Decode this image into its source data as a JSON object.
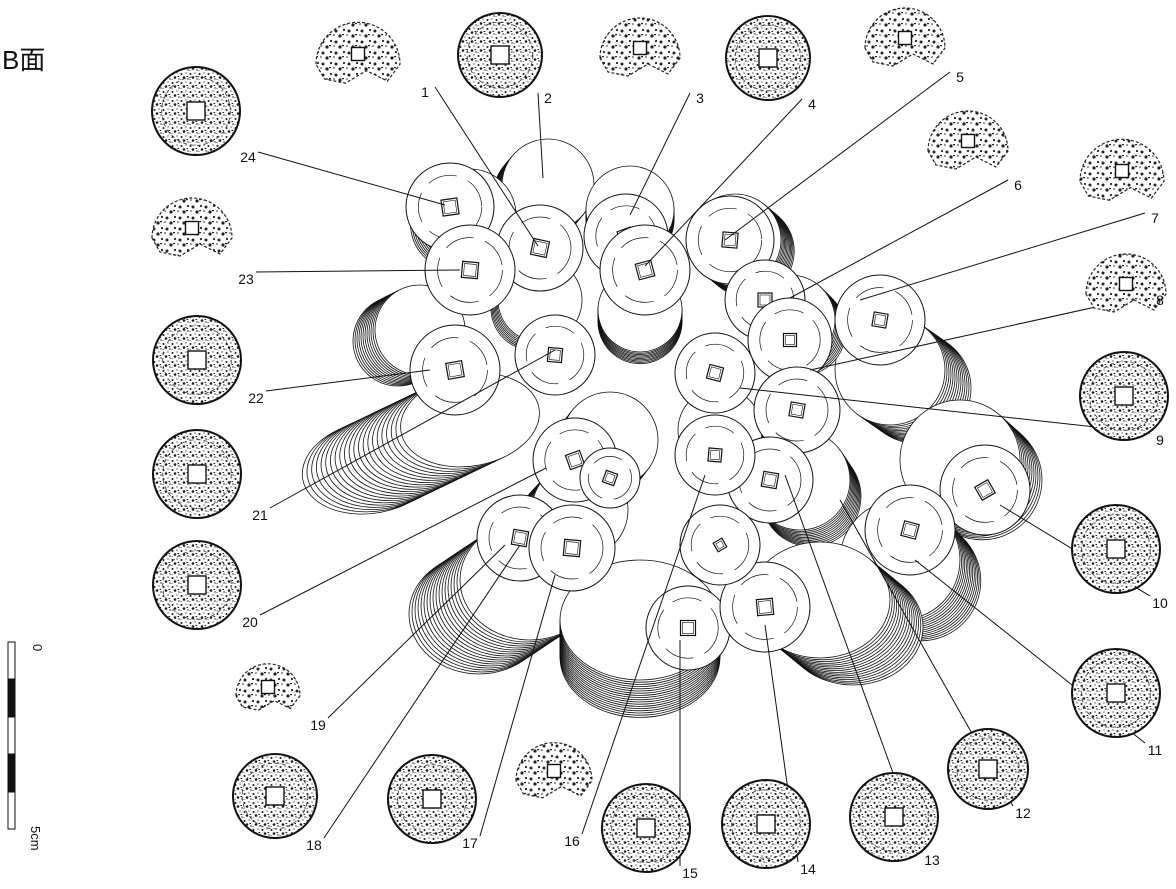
{
  "face_label": "B面",
  "coin_numbers": [
    "1",
    "2",
    "3",
    "4",
    "5",
    "6",
    "7",
    "8",
    "9",
    "10",
    "11",
    "12",
    "13",
    "14",
    "15",
    "16",
    "17",
    "18",
    "19",
    "20",
    "21",
    "22",
    "23",
    "24"
  ],
  "scale": {
    "start_label": "0",
    "end_label": "5cm"
  },
  "colors": {
    "ink": "#111111",
    "paper": "#ffffff",
    "rubbing": "#2a2a2a"
  }
}
